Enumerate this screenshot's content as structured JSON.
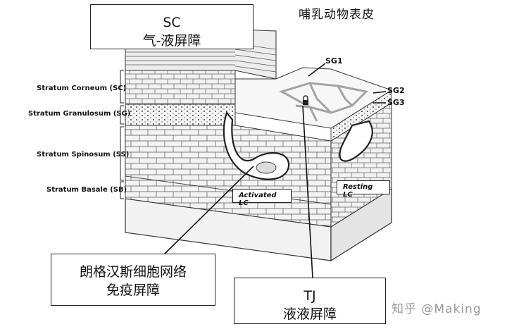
{
  "title": "哺乳动物表皮",
  "layers": [
    "Stratum Corneum (SC)",
    "Stratum Granulosum (SG)",
    "Stratum Spinosum (SS)",
    "Stratum Basale (SB)"
  ],
  "sg_labels": [
    "SG1",
    "SG2",
    "SG3"
  ],
  "lc": {
    "activated": "Activated LC",
    "resting": "Resting LC"
  },
  "callouts": {
    "sc": {
      "line1": "SC",
      "line2": "气-液屏障"
    },
    "lc": {
      "line1": "朗格汉斯细胞网络",
      "line2": "免疫屏障"
    },
    "tj": {
      "line1": "TJ",
      "line2": "液液屏障"
    }
  },
  "watermark": "知乎 @Making"
}
